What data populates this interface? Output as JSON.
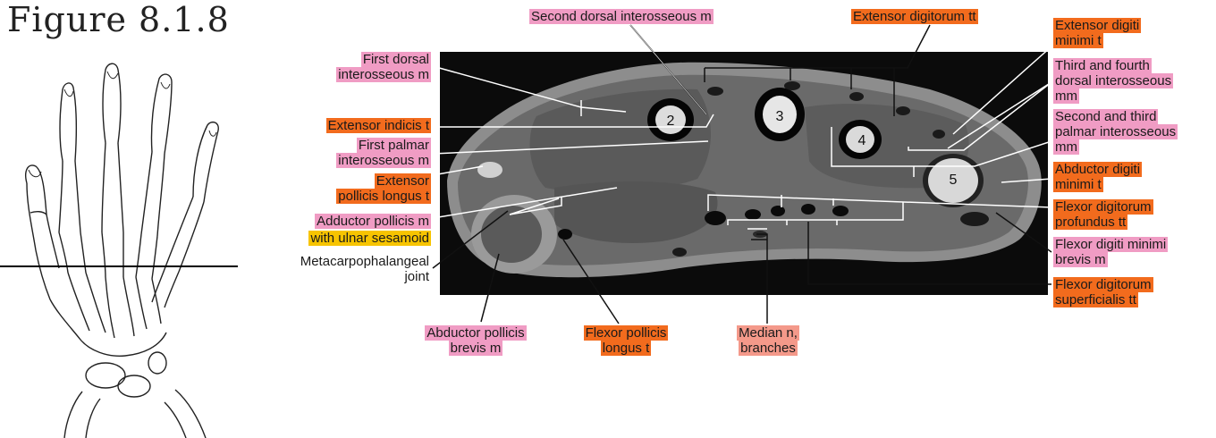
{
  "figure_title": "Figure 8.1.8",
  "bone_numbers": [
    "2",
    "3",
    "4",
    "5"
  ],
  "labels": {
    "second_dorsal_interosseous": [
      "Second dorsal interosseous m"
    ],
    "extensor_digitorum": [
      "Extensor digitorum tt"
    ],
    "first_dorsal_interosseous": [
      "First dorsal",
      "interosseous m"
    ],
    "extensor_indicis": [
      "Extensor indicis t"
    ],
    "first_palmar_interosseous": [
      "First palmar",
      "interosseous m"
    ],
    "extensor_pollicis_longus": [
      "Extensor",
      "pollicis longus t"
    ],
    "adductor_pollicis": [
      "Adductor pollicis m"
    ],
    "ulnar_sesamoid": [
      "with ulnar sesamoid"
    ],
    "mcp_joint": [
      "Metacarpophalangeal",
      "joint"
    ],
    "abductor_pollicis_brevis": [
      "Abductor pollicis",
      "brevis m"
    ],
    "flexor_pollicis_longus": [
      "Flexor pollicis",
      "longus t"
    ],
    "median_nerve": [
      "Median n,",
      "branches"
    ],
    "extensor_digiti_minimi": [
      "Extensor digiti",
      "minimi t"
    ],
    "third_fourth_dorsal": [
      "Third and fourth",
      "dorsal interosseous",
      "mm"
    ],
    "second_third_palmar": [
      "Second and third",
      "palmar interosseous",
      "mm"
    ],
    "abductor_digiti_minimi": [
      "Abductor digiti",
      "minimi t"
    ],
    "flexor_digitorum_profundus": [
      "Flexor digitorum",
      "profundus tt"
    ],
    "flexor_digiti_minimi_brevis": [
      "Flexor digiti minimi",
      "brevis m"
    ],
    "flexor_digitorum_superficialis": [
      "Flexor digitorum",
      "superficialis tt"
    ]
  },
  "colors": {
    "muscle": "#f09cc4",
    "tendon": "#f26b1d",
    "nerve": "#f4998a",
    "sesamoid": "#f7c400"
  }
}
